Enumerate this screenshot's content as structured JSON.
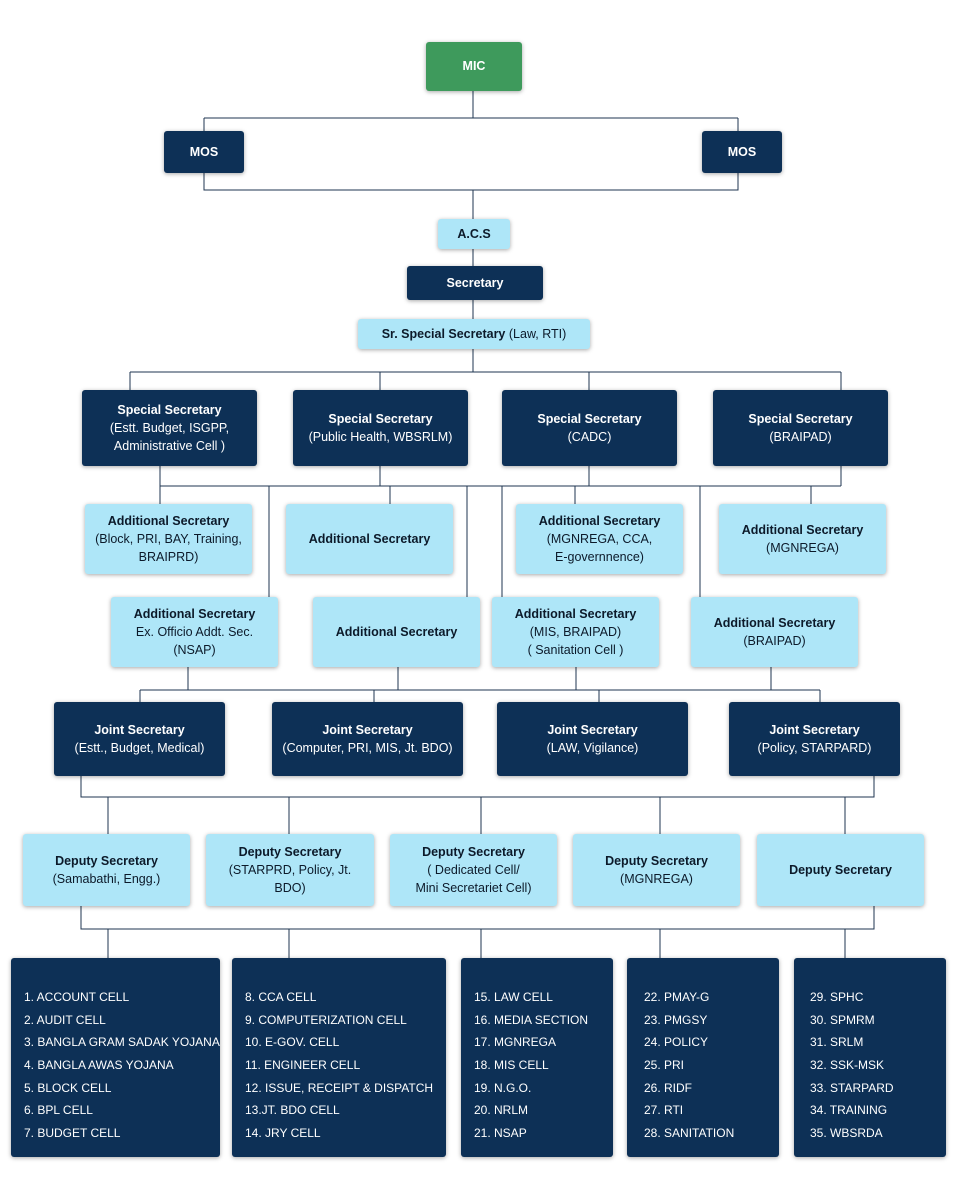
{
  "top": {
    "mic": "MIC",
    "mos_left": "MOS",
    "mos_right": "MOS",
    "acs": "A.C.S",
    "secretary": "Secretary",
    "sr_special_title": "Sr. Special Secretary",
    "sr_special_sub": "(Law, RTI)"
  },
  "special_secretaries": [
    {
      "title": "Special Secretary",
      "sub": "(Estt. Budget, ISGPP,",
      "sub2": "Administrative Cell )"
    },
    {
      "title": "Special Secretary",
      "sub": "(Public Health, WBSRLM)"
    },
    {
      "title": "Special Secretary",
      "sub": "(CADC)"
    },
    {
      "title": "Special Secretary",
      "sub": "(BRAIPAD)"
    }
  ],
  "additional_row1": [
    {
      "title": "Additional Secretary",
      "sub": "(Block, PRI, BAY, Training,",
      "sub2": "BRAIPRD)"
    },
    {
      "title": "Additional Secretary"
    },
    {
      "title": "Additional Secretary",
      "sub": "(MGNREGA, CCA,",
      "sub2": "E-governnence)"
    },
    {
      "title": "Additional Secretary",
      "sub": "(MGNREGA)"
    }
  ],
  "additional_row2": [
    {
      "title": "Additional Secretary",
      "sub": "Ex. Officio Addt. Sec.",
      "sub2": "(NSAP)"
    },
    {
      "title": "Additional Secretary"
    },
    {
      "title": "Additional Secretary",
      "sub": "(MIS, BRAIPAD)",
      "sub2": "( Sanitation Cell )"
    },
    {
      "title": "Additional Secretary",
      "sub": "(BRAIPAD)"
    }
  ],
  "joint_secretaries": [
    {
      "title": "Joint Secretary",
      "sub": "(Estt., Budget, Medical)"
    },
    {
      "title": "Joint Secretary",
      "sub": "(Computer, PRI, MIS, Jt. BDO)"
    },
    {
      "title": "Joint Secretary",
      "sub": "(LAW, Vigilance)"
    },
    {
      "title": "Joint Secretary",
      "sub": "(Policy, STARPARD)"
    }
  ],
  "deputy_secretaries": [
    {
      "title": "Deputy Secretary",
      "sub": "(Samabathi, Engg.)"
    },
    {
      "title": "Deputy Secretary",
      "sub": "(STARPRD, Policy, Jt. BDO)"
    },
    {
      "title": "Deputy Secretary",
      "sub": "( Dedicated Cell/",
      "sub2": "Mini Secretariet Cell)"
    },
    {
      "title": "Deputy Secretary",
      "sub": "(MGNREGA)"
    },
    {
      "title": "Deputy Secretary"
    }
  ],
  "cells": [
    [
      "1. ACCOUNT CELL",
      "2. AUDIT CELL",
      "3. BANGLA  GRAM SADAK YOJANA",
      "4. BANGLA AWAS YOJANA",
      "5. BLOCK CELL",
      "6. BPL CELL",
      "7. BUDGET CELL"
    ],
    [
      "8. CCA CELL",
      "9. COMPUTERIZATION CELL",
      "10. E-GOV. CELL",
      "11. ENGINEER CELL",
      "12. ISSUE, RECEIPT & DISPATCH",
      "13.JT. BDO CELL",
      "14. JRY CELL"
    ],
    [
      "15. LAW CELL",
      "16. MEDIA SECTION",
      "17. MGNREGA",
      "18. MIS CELL",
      "19. N.G.O.",
      "20. NRLM",
      "21. NSAP"
    ],
    [
      "22. PMAY-G",
      "23. PMGSY",
      "24. POLICY",
      "25. PRI",
      "26. RIDF",
      "27. RTI",
      "28. SANITATION"
    ],
    [
      "29. SPHC",
      "30. SPMRM",
      "31. SRLM",
      "32. SSK-MSK",
      "33. STARPARD",
      "34. TRAINING",
      "35. WBSRDA"
    ]
  ]
}
